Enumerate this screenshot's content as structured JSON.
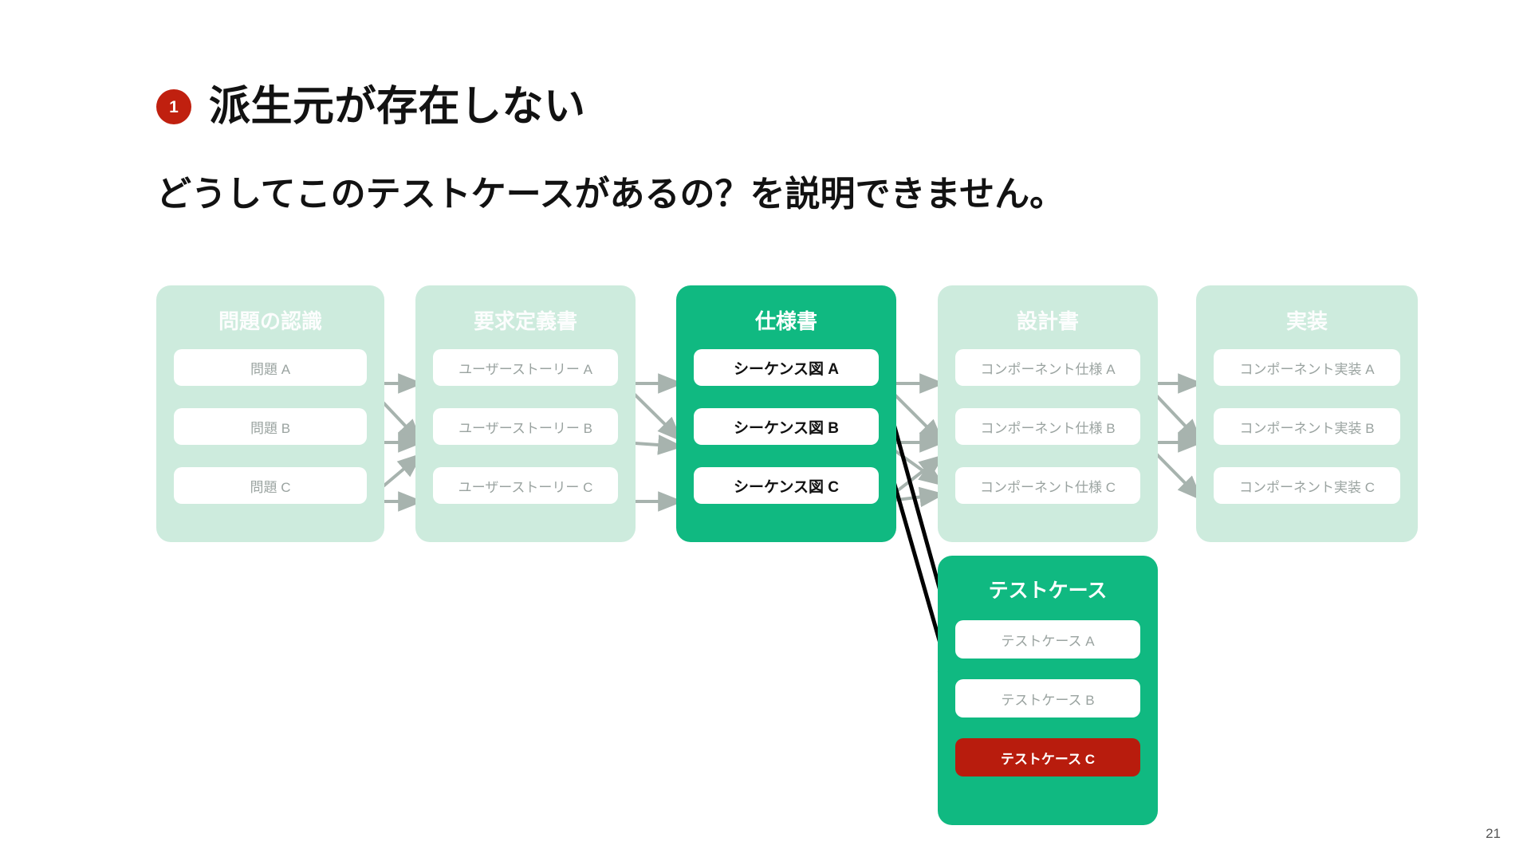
{
  "slide": {
    "badge_number": "1",
    "title": "派生元が存在しない",
    "subtitle": "どうしてこのテストケースがあるの？を説明できません。",
    "page_number": "21",
    "colors": {
      "badge_red": "#c0200f",
      "active_green": "#10b981",
      "faded_green": "#cdebdd",
      "danger_red": "#b81c0d",
      "arrow_gray": "#a7b3ae",
      "arrow_black": "#000000",
      "node_white": "#ffffff",
      "muted_text": "#9aa3a0"
    }
  },
  "diagram": {
    "stages": [
      {
        "id": "problem-recognition",
        "title": "問題の認識",
        "state": "faded",
        "nodes": [
          {
            "label": "問題 A",
            "style": "muted"
          },
          {
            "label": "問題 B",
            "style": "muted"
          },
          {
            "label": "問題 C",
            "style": "muted"
          }
        ]
      },
      {
        "id": "requirements",
        "title": "要求定義書",
        "state": "faded",
        "nodes": [
          {
            "label": "ユーザーストーリー A",
            "style": "muted"
          },
          {
            "label": "ユーザーストーリー B",
            "style": "muted"
          },
          {
            "label": "ユーザーストーリー C",
            "style": "muted"
          }
        ]
      },
      {
        "id": "specification",
        "title": "仕様書",
        "state": "active",
        "nodes": [
          {
            "label": "シーケンス図 A",
            "style": "strong"
          },
          {
            "label": "シーケンス図 B",
            "style": "strong"
          },
          {
            "label": "シーケンス図 C",
            "style": "strong"
          }
        ]
      },
      {
        "id": "design",
        "title": "設計書",
        "state": "faded",
        "nodes": [
          {
            "label": "コンポーネント仕様 A",
            "style": "muted"
          },
          {
            "label": "コンポーネント仕様 B",
            "style": "muted"
          },
          {
            "label": "コンポーネント仕様 C",
            "style": "muted"
          }
        ]
      },
      {
        "id": "implementation",
        "title": "実装",
        "state": "faded",
        "nodes": [
          {
            "label": "コンポーネント実装 A",
            "style": "muted"
          },
          {
            "label": "コンポーネント実装 B",
            "style": "muted"
          },
          {
            "label": "コンポーネント実装 C",
            "style": "muted"
          }
        ]
      }
    ],
    "test_stage": {
      "id": "test-cases",
      "title": "テストケース",
      "state": "active",
      "nodes": [
        {
          "label": "テストケース A",
          "style": "muted"
        },
        {
          "label": "テストケース B",
          "style": "muted"
        },
        {
          "label": "テストケース C",
          "style": "danger"
        }
      ]
    }
  }
}
